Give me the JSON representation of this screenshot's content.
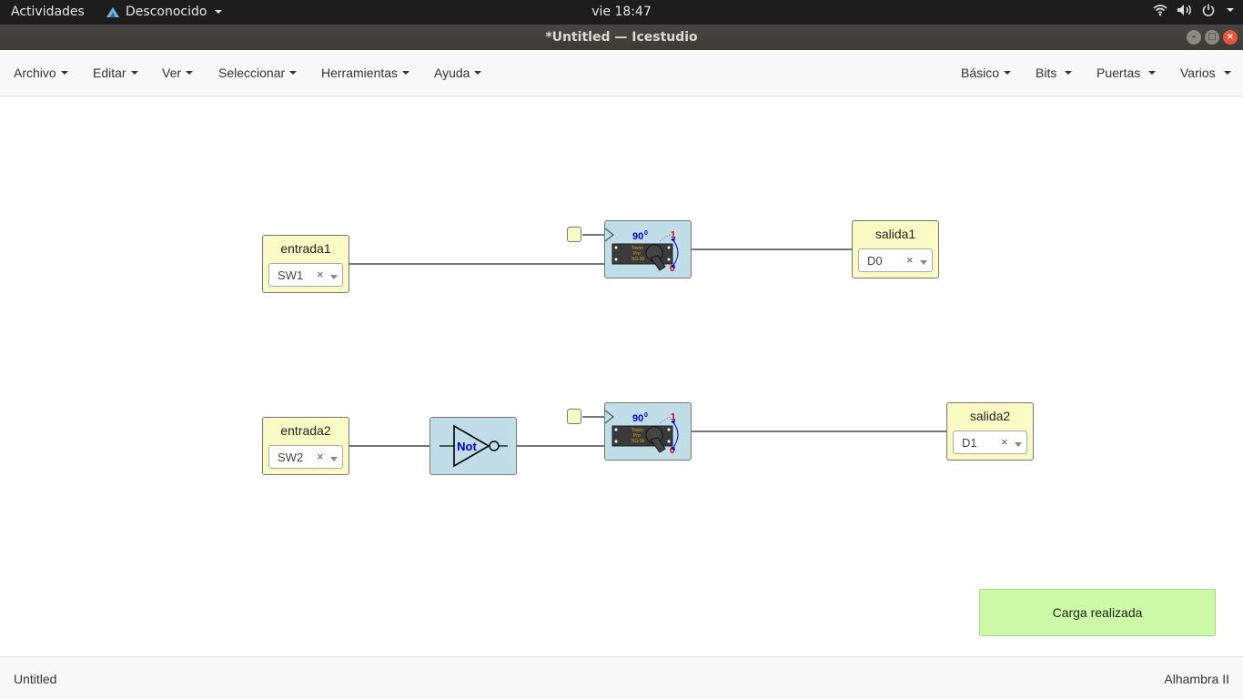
{
  "topbar": {
    "activities": "Actividades",
    "app_name": "Desconocido",
    "clock": "vie 18:47"
  },
  "window": {
    "title": "*Untitled — Icestudio"
  },
  "menubar": {
    "left": [
      {
        "label": "Archivo"
      },
      {
        "label": "Editar"
      },
      {
        "label": "Ver"
      },
      {
        "label": "Seleccionar"
      },
      {
        "label": "Herramientas"
      },
      {
        "label": "Ayuda"
      }
    ],
    "right": [
      {
        "label": "Básico"
      },
      {
        "label": "Bits"
      },
      {
        "label": "Puertas"
      },
      {
        "label": "Varios"
      }
    ]
  },
  "canvas": {
    "inputs": [
      {
        "name": "entrada1",
        "pin": "SW1",
        "clear": "×"
      },
      {
        "name": "entrada2",
        "pin": "SW2",
        "clear": "×"
      }
    ],
    "outputs": [
      {
        "name": "salida1",
        "pin": "D0",
        "clear": "×"
      },
      {
        "name": "salida2",
        "pin": "D1",
        "clear": "×"
      }
    ],
    "not_gate": {
      "label": "Not"
    },
    "servo": {
      "angle": "90",
      "angle_sup": "0",
      "high": "1",
      "low": "0",
      "brand": [
        "Tower",
        "Pro",
        "SG-90"
      ]
    }
  },
  "toast": {
    "message": "Carga realizada"
  },
  "footer": {
    "file": "Untitled",
    "board": "Alhambra II"
  },
  "colors": {
    "io_block": "#fafac4",
    "logic_block": "#c0dde8",
    "toast": "#ccfaa6",
    "close_button": "#e9553a"
  }
}
